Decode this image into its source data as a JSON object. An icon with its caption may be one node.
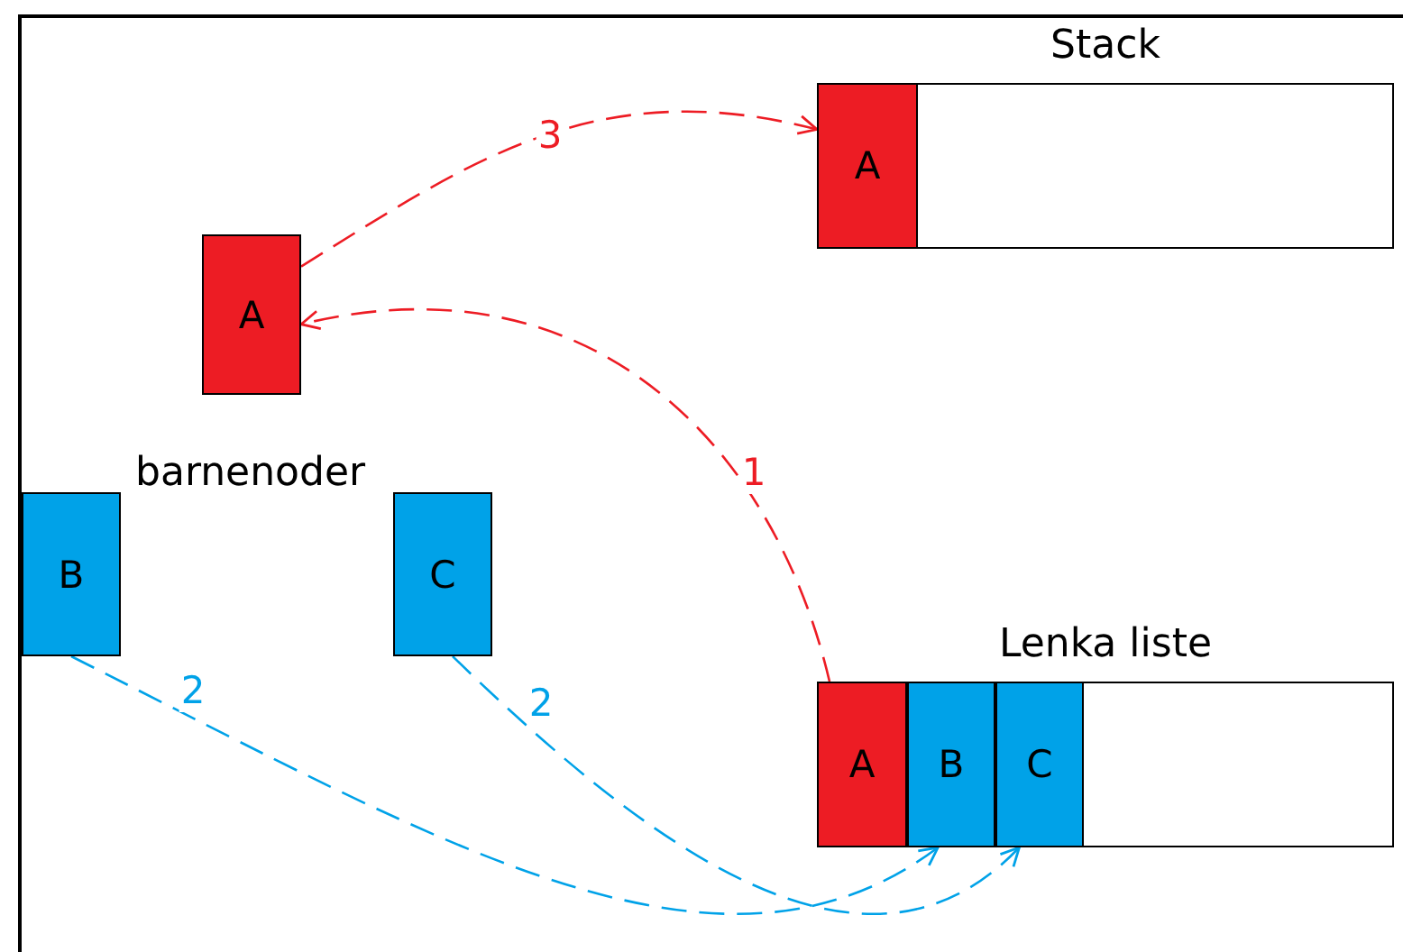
{
  "diagram": {
    "nodes": [
      {
        "text": [
          "Stack"
        ]
      },
      {
        "text": [
          "A"
        ],
        "in": 0
      },
      {
        "text": [
          "A"
        ]
      },
      {
        "text": [
          "B"
        ]
      },
      {
        "text": [
          "C"
        ]
      },
      {
        "text": [
          "Lenka liste"
        ]
      },
      {
        "text": [
          "A"
        ],
        "in": 5
      },
      {
        "text": [
          "B"
        ],
        "in": 5
      },
      {
        "text": [
          "C"
        ],
        "in": 5
      }
    ],
    "edges": [
      {
        "from": 6,
        "to": 2,
        "arrow": "to",
        "label": "1",
        "style": "dashed",
        "color": "#ed1c24"
      },
      {
        "from": 2,
        "to": 1,
        "arrow": "to",
        "label": "3",
        "style": "dashed",
        "color": "#ed1c24"
      },
      {
        "from": 3,
        "to": 7,
        "arrow": "to",
        "label": "2",
        "style": "dashed",
        "color": "#00a2e8"
      },
      {
        "from": 4,
        "to": 8,
        "arrow": "to",
        "label": "2",
        "style": "dashed",
        "color": "#00a2e8"
      }
    ],
    "labels": [
      "barnenoder"
    ]
  }
}
